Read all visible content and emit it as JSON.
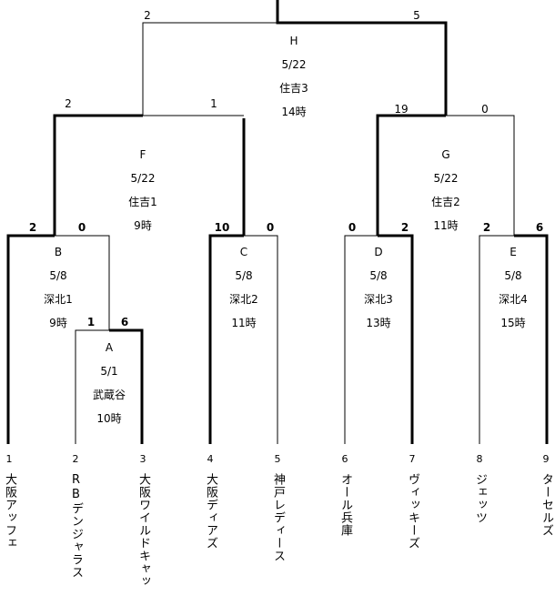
{
  "teams": [
    {
      "seed": "1",
      "name": "大阪アッフェ"
    },
    {
      "seed": "2",
      "name": "RBデンジャラス"
    },
    {
      "seed": "3",
      "name": "大阪ワイルドキャッ"
    },
    {
      "seed": "4",
      "name": "大阪ディアズ"
    },
    {
      "seed": "5",
      "name": "神戸レディース"
    },
    {
      "seed": "6",
      "name": "オール兵庫"
    },
    {
      "seed": "7",
      "name": "ヴィッキーズ"
    },
    {
      "seed": "8",
      "name": "ジェッツ"
    },
    {
      "seed": "9",
      "name": "ターセルズ"
    }
  ],
  "matches": {
    "A": {
      "id": "A",
      "date": "5/1",
      "venue": "武蔵谷",
      "time": "10時",
      "score_left": "1",
      "score_right": "6"
    },
    "B": {
      "id": "B",
      "date": "5/8",
      "venue": "深北1",
      "time": "9時",
      "score_left": "2",
      "score_right": "0"
    },
    "C": {
      "id": "C",
      "date": "5/8",
      "venue": "深北2",
      "time": "11時",
      "score_left": "10",
      "score_right": "0"
    },
    "D": {
      "id": "D",
      "date": "5/8",
      "venue": "深北3",
      "time": "13時",
      "score_left": "0",
      "score_right": "2"
    },
    "E": {
      "id": "E",
      "date": "5/8",
      "venue": "深北4",
      "time": "15時",
      "score_left": "2",
      "score_right": "6"
    },
    "F": {
      "id": "F",
      "date": "5/22",
      "venue": "住吉1",
      "time": "9時",
      "score_left": "2",
      "score_right": "1"
    },
    "G": {
      "id": "G",
      "date": "5/22",
      "venue": "住吉2",
      "time": "11時",
      "score_left": "19",
      "score_right": "0"
    },
    "H": {
      "id": "H",
      "date": "5/22",
      "venue": "住吉3",
      "time": "14時",
      "score_left": "2",
      "score_right": "5"
    }
  }
}
